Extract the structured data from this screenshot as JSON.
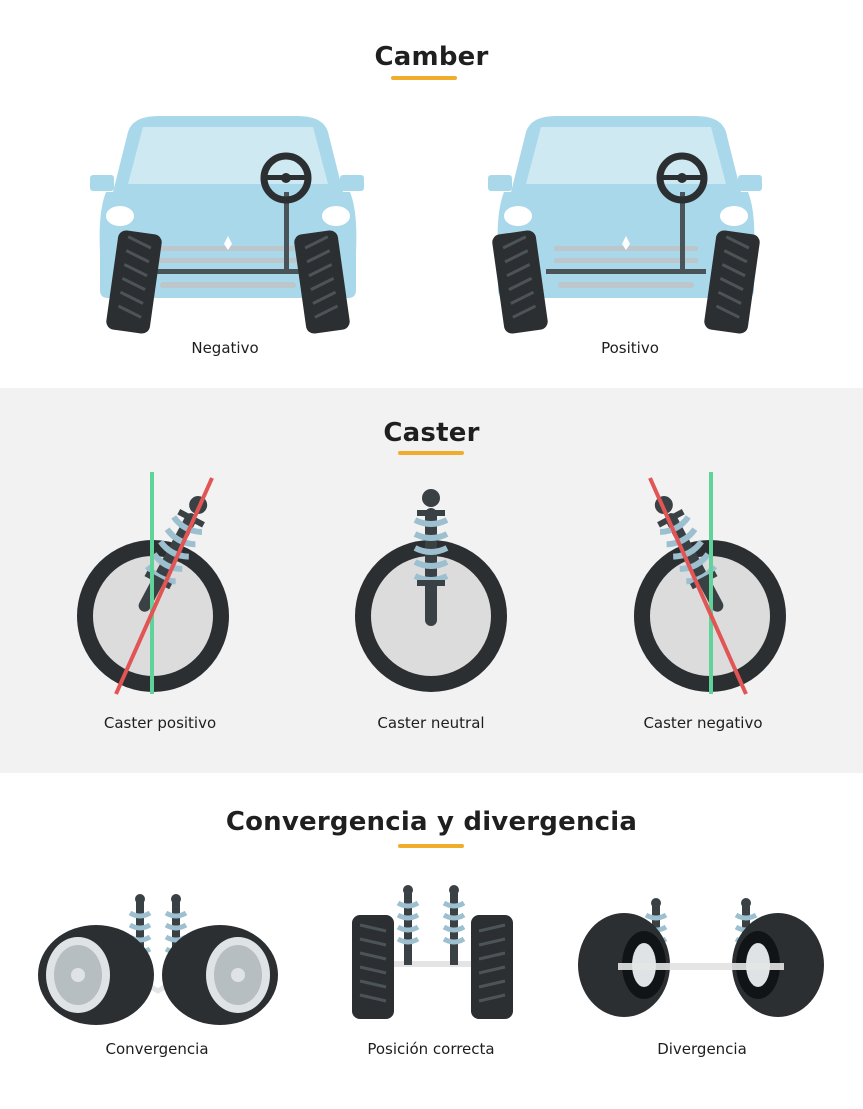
{
  "camber": {
    "title": "Camber",
    "items": [
      {
        "label": "Negativo"
      },
      {
        "label": "Positivo"
      }
    ]
  },
  "caster": {
    "title": "Caster",
    "items": [
      {
        "label": "Caster positivo"
      },
      {
        "label": "Caster neutral"
      },
      {
        "label": "Caster negativo"
      }
    ]
  },
  "convergence": {
    "title": "Convergencia y divergencia",
    "items": [
      {
        "label": "Convergencia"
      },
      {
        "label": "Posición correcta"
      },
      {
        "label": "Divergencia"
      }
    ]
  },
  "colors": {
    "accent": "#f0ad2b",
    "car_body": "#a9d8ea",
    "tire": "#2b2f31",
    "red_line": "#e25555",
    "green_line": "#5fd39a"
  }
}
